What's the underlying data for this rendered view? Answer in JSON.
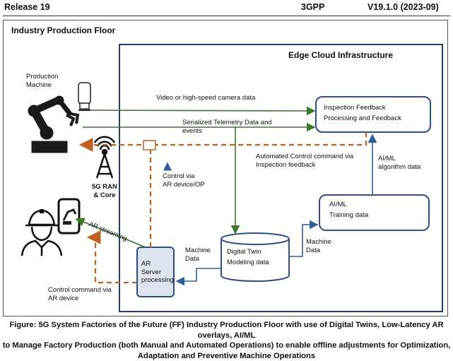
{
  "header": {
    "release": "Release 19",
    "org": "3GPP",
    "version": "V19.1.0 (2023-09)"
  },
  "diagram": {
    "floor_title": "Industry Production Floor",
    "edge_title": "Edge Cloud Infrastructure",
    "production_machine": [
      "Production",
      "Machine"
    ],
    "ran_label": [
      "5G RAN",
      "& Core"
    ],
    "inspection_box": [
      "Inspection Feedback",
      "Processing and Feedback"
    ],
    "training_box": [
      "AI/ML",
      "Training data"
    ],
    "ar_server_box": [
      "AR",
      "Server",
      "processing"
    ],
    "digital_twin": [
      "Digital Twin",
      "Modeling data"
    ],
    "flows": {
      "video": "Video or high-speed camera data",
      "telemetry": [
        "Serialized Telemetry Data and",
        "events"
      ],
      "auto_control": [
        "Automated Control command via",
        "Inspection feedback"
      ],
      "aiml_algo": [
        "AI/ML",
        "algorithm  data"
      ],
      "control_ar": [
        "Control  via",
        "AR device/OP"
      ],
      "ar_streaming": "AR streaming",
      "machine_data_left": [
        "Machine",
        "Data"
      ],
      "machine_data_right": [
        "Machine",
        "Data"
      ],
      "control_cmd": [
        "Control command via",
        "AR device"
      ]
    },
    "colors": {
      "edge_border": "#1f3f73",
      "box_border": "#2e4f86",
      "green_arrow": "#3b7a2a",
      "orange_dash": "#c0621f",
      "blue_arrow": "#2f5d9a",
      "ar_box_fill": "#dde4ee"
    }
  },
  "caption": [
    "Figure: 5G System Factories of the Future (FF) Industry Production Floor with use of Digital Twins, Low-Latency AR overlays, AI/ML",
    "to Manage Factory Production (both Manual and Automated Operations) to enable offline adjustments for Optimization,",
    "Adaptation and Preventive Machine Operations"
  ]
}
